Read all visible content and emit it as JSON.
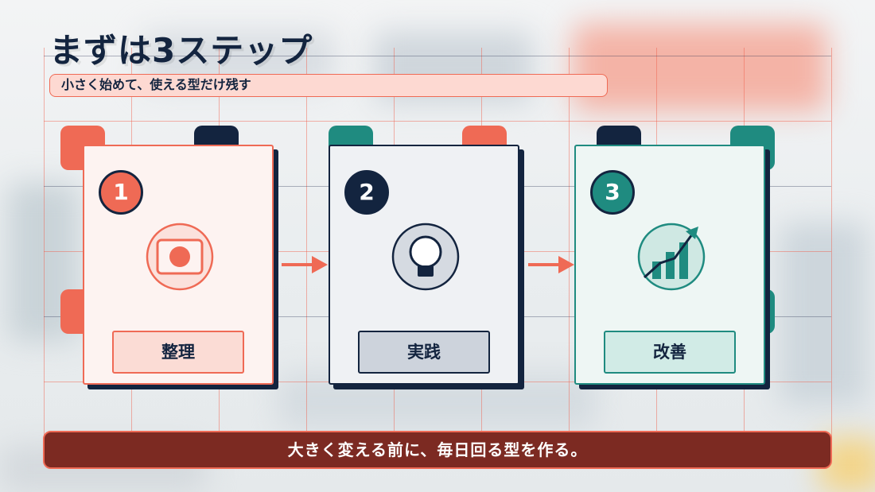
{
  "slide": {
    "title": "まずは3ステップ",
    "subtitle": "小さく始めて、使える型だけ残す",
    "footer": "大きく変える前に、毎日回る型を作る。"
  },
  "colors": {
    "navy": "#13243f",
    "coral": "#ef6a55",
    "teal": "#1f8b80",
    "banner": "#7c2a22"
  },
  "steps": [
    {
      "number": "1",
      "label": "整理",
      "icon": "organize-photo-icon"
    },
    {
      "number": "2",
      "label": "実践",
      "icon": "lightbulb-icon"
    },
    {
      "number": "3",
      "label": "改善",
      "icon": "growth-chart-icon"
    }
  ]
}
